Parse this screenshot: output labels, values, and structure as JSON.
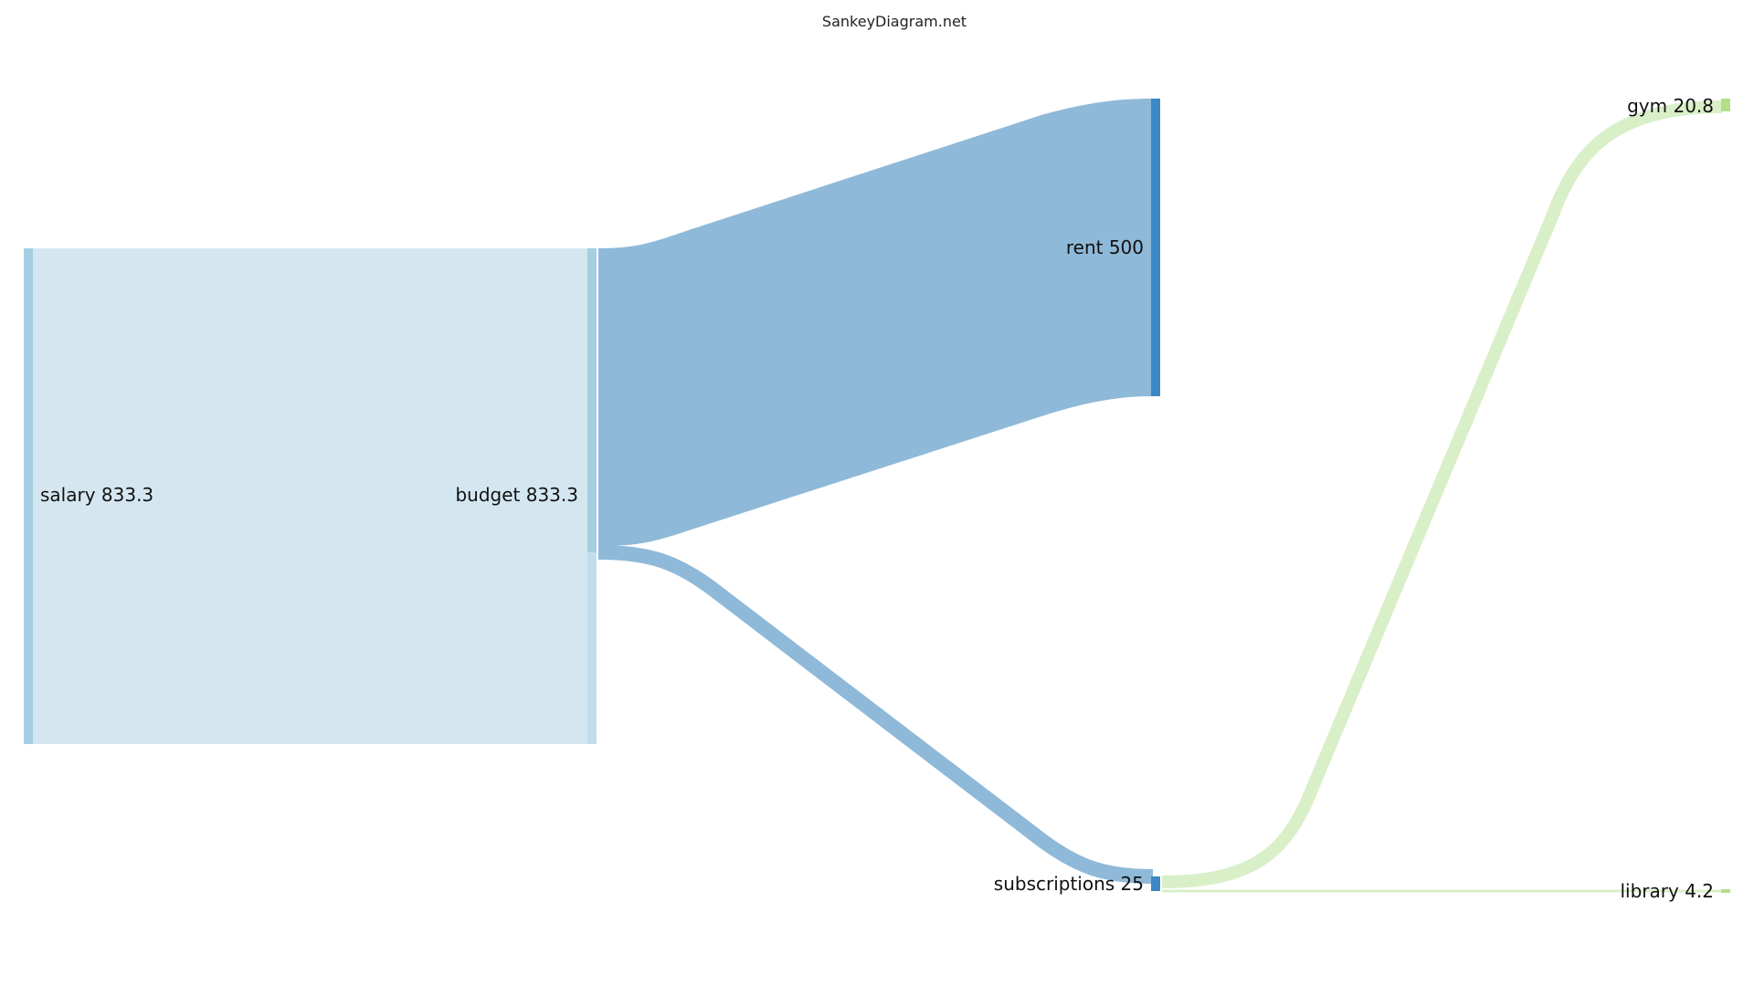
{
  "header": {
    "title": "SankeyDiagram.net"
  },
  "chart_data": {
    "type": "sankey",
    "nodes": [
      {
        "id": "salary",
        "label": "salary 833.3",
        "value": 833.3,
        "column": 0,
        "color": "#a6cee3"
      },
      {
        "id": "budget",
        "label": "budget 833.3",
        "value": 833.3,
        "column": 1,
        "color": "#a6cee3"
      },
      {
        "id": "rent",
        "label": "rent 500",
        "value": 500,
        "column": 2,
        "color": "#3b88c4"
      },
      {
        "id": "subscriptions",
        "label": "subscriptions 25",
        "value": 25,
        "column": 2,
        "color": "#3b88c4"
      },
      {
        "id": "gym",
        "label": "gym 20.8",
        "value": 20.8,
        "column": 3,
        "color": "#b2df8a"
      },
      {
        "id": "library",
        "label": "library 4.2",
        "value": 4.2,
        "column": 3,
        "color": "#b2df8a"
      }
    ],
    "links": [
      {
        "source": "salary",
        "target": "budget",
        "value": 833.3,
        "color": "#d4e7f1"
      },
      {
        "source": "budget",
        "target": "rent",
        "value": 500,
        "color": "#8fb9d8"
      },
      {
        "source": "budget",
        "target": "subscriptions",
        "value": 25,
        "color": "#8fb9d8"
      },
      {
        "source": "subscriptions",
        "target": "gym",
        "value": 20.8,
        "color": "#d9efc8"
      },
      {
        "source": "subscriptions",
        "target": "library",
        "value": 4.2,
        "color": "#d9efc8"
      }
    ]
  }
}
